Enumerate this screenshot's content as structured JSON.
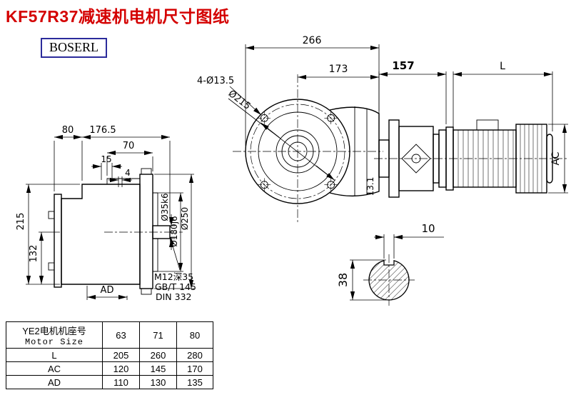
{
  "title": "KF57R37减速机电机尺寸图纸",
  "logo": "BOSERL",
  "front_view": {
    "dim_overall_width": "266",
    "dim_bolt_holes": "4-Ø13.5",
    "dim_right_width": "173",
    "dim_bolt_circle": "Ø215",
    "dim_flange_thickness": "13.1"
  },
  "motor_view": {
    "dim_gearbox_length": "157",
    "dim_motor_length": "L",
    "dim_motor_diameter": "AC"
  },
  "shaft_section": {
    "dim_key_width": "10",
    "dim_shaft_diameter": "38"
  },
  "side_view": {
    "dim_80": "80",
    "dim_176_5": "176.5",
    "dim_70": "70",
    "dim_15": "15",
    "dim_4": "4",
    "dim_215": "215",
    "dim_132": "132",
    "dim_AD": "AD",
    "dim_shaft_dia": "Ø35k6",
    "dim_spigot_dia": "Ø180j6",
    "dim_flange_dia": "Ø250",
    "note_line1": "M12深35",
    "note_line2": "GB/T 145",
    "note_line3": "DIN 332"
  },
  "table": {
    "header_cn": "YE2电机机座号",
    "header_en": "Motor Size",
    "sizes": [
      "63",
      "71",
      "80"
    ],
    "rows": [
      {
        "label": "L",
        "values": [
          "205",
          "260",
          "280"
        ]
      },
      {
        "label": "AC",
        "values": [
          "120",
          "145",
          "170"
        ]
      },
      {
        "label": "AD",
        "values": [
          "110",
          "130",
          "135"
        ]
      }
    ]
  }
}
